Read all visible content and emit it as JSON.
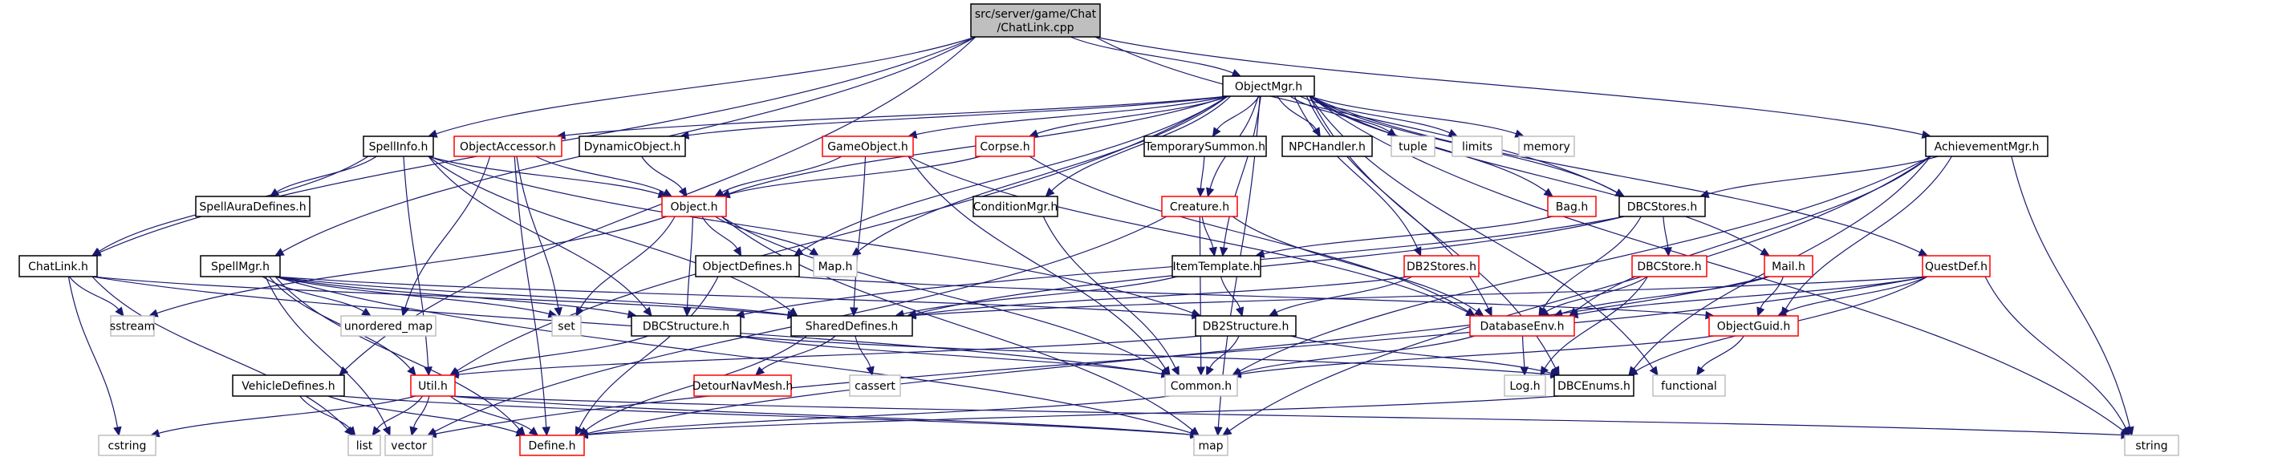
{
  "title": "src/server/game/Chat/ChatLink.cpp include dependency graph",
  "colors": {
    "edge": "#191970",
    "root_fill": "#bfbfbf",
    "normal_border": "#000000",
    "truncated_border": "#ff0000",
    "external_border": "#bfbfbf"
  },
  "nodes": [
    {
      "id": "root",
      "label": [
        "src/server/game/Chat",
        "/ChatLink.cpp"
      ],
      "kind": "root"
    },
    {
      "id": "ObjectMgr",
      "label": [
        "ObjectMgr.h"
      ],
      "kind": "normal"
    },
    {
      "id": "SpellInfo",
      "label": [
        "SpellInfo.h"
      ],
      "kind": "normal"
    },
    {
      "id": "ObjectAccessor",
      "label": [
        "ObjectAccessor.h"
      ],
      "kind": "truncated"
    },
    {
      "id": "DynamicObject",
      "label": [
        "DynamicObject.h"
      ],
      "kind": "normal"
    },
    {
      "id": "GameObject",
      "label": [
        "GameObject.h"
      ],
      "kind": "truncated"
    },
    {
      "id": "Corpse",
      "label": [
        "Corpse.h"
      ],
      "kind": "truncated"
    },
    {
      "id": "TemporarySummon",
      "label": [
        "TemporarySummon.h"
      ],
      "kind": "normal"
    },
    {
      "id": "NPCHandler",
      "label": [
        "NPCHandler.h"
      ],
      "kind": "normal"
    },
    {
      "id": "tuple",
      "label": [
        "tuple"
      ],
      "kind": "external"
    },
    {
      "id": "limits",
      "label": [
        "limits"
      ],
      "kind": "external"
    },
    {
      "id": "memory",
      "label": [
        "memory"
      ],
      "kind": "external"
    },
    {
      "id": "AchievementMgr",
      "label": [
        "AchievementMgr.h"
      ],
      "kind": "normal"
    },
    {
      "id": "SpellAuraDefines",
      "label": [
        "SpellAuraDefines.h"
      ],
      "kind": "normal"
    },
    {
      "id": "ChatLink",
      "label": [
        "ChatLink.h"
      ],
      "kind": "normal"
    },
    {
      "id": "SpellMgr",
      "label": [
        "SpellMgr.h"
      ],
      "kind": "normal"
    },
    {
      "id": "Object",
      "label": [
        "Object.h"
      ],
      "kind": "truncated"
    },
    {
      "id": "ConditionMgr",
      "label": [
        "ConditionMgr.h"
      ],
      "kind": "normal"
    },
    {
      "id": "Creature",
      "label": [
        "Creature.h"
      ],
      "kind": "truncated"
    },
    {
      "id": "Bag",
      "label": [
        "Bag.h"
      ],
      "kind": "truncated"
    },
    {
      "id": "DBCStores",
      "label": [
        "DBCStores.h"
      ],
      "kind": "normal"
    },
    {
      "id": "ObjectDefines",
      "label": [
        "ObjectDefines.h"
      ],
      "kind": "normal"
    },
    {
      "id": "MapH",
      "label": [
        "Map.h"
      ],
      "kind": "external"
    },
    {
      "id": "ItemTemplate",
      "label": [
        "ItemTemplate.h"
      ],
      "kind": "normal"
    },
    {
      "id": "DB2Stores",
      "label": [
        "DB2Stores.h"
      ],
      "kind": "truncated"
    },
    {
      "id": "DBCStore",
      "label": [
        "DBCStore.h"
      ],
      "kind": "truncated"
    },
    {
      "id": "Mail",
      "label": [
        "Mail.h"
      ],
      "kind": "truncated"
    },
    {
      "id": "QuestDef",
      "label": [
        "QuestDef.h"
      ],
      "kind": "truncated"
    },
    {
      "id": "sstream",
      "label": [
        "sstream"
      ],
      "kind": "external"
    },
    {
      "id": "unordered_map",
      "label": [
        "unordered_map"
      ],
      "kind": "external"
    },
    {
      "id": "set",
      "label": [
        "set"
      ],
      "kind": "external"
    },
    {
      "id": "DBCStructure",
      "label": [
        "DBCStructure.h"
      ],
      "kind": "normal"
    },
    {
      "id": "SharedDefines",
      "label": [
        "SharedDefines.h"
      ],
      "kind": "normal"
    },
    {
      "id": "DB2Structure",
      "label": [
        "DB2Structure.h"
      ],
      "kind": "normal"
    },
    {
      "id": "DatabaseEnv",
      "label": [
        "DatabaseEnv.h"
      ],
      "kind": "truncated"
    },
    {
      "id": "ObjectGuid",
      "label": [
        "ObjectGuid.h"
      ],
      "kind": "truncated"
    },
    {
      "id": "VehicleDefines",
      "label": [
        "VehicleDefines.h"
      ],
      "kind": "normal"
    },
    {
      "id": "Util",
      "label": [
        "Util.h"
      ],
      "kind": "truncated"
    },
    {
      "id": "DetourNavMesh",
      "label": [
        "DetourNavMesh.h"
      ],
      "kind": "truncated"
    },
    {
      "id": "cassert",
      "label": [
        "cassert"
      ],
      "kind": "external"
    },
    {
      "id": "Common",
      "label": [
        "Common.h"
      ],
      "kind": "external"
    },
    {
      "id": "Log",
      "label": [
        "Log.h"
      ],
      "kind": "external"
    },
    {
      "id": "DBCEnums",
      "label": [
        "DBCEnums.h"
      ],
      "kind": "normal"
    },
    {
      "id": "functional",
      "label": [
        "functional"
      ],
      "kind": "external"
    },
    {
      "id": "cstring",
      "label": [
        "cstring"
      ],
      "kind": "external"
    },
    {
      "id": "list",
      "label": [
        "list"
      ],
      "kind": "external"
    },
    {
      "id": "vector",
      "label": [
        "vector"
      ],
      "kind": "external"
    },
    {
      "id": "Define",
      "label": [
        "Define.h"
      ],
      "kind": "truncated"
    },
    {
      "id": "map",
      "label": [
        "map"
      ],
      "kind": "external"
    },
    {
      "id": "string",
      "label": [
        "string"
      ],
      "kind": "external"
    }
  ],
  "edges": [
    [
      "root",
      "ObjectMgr"
    ],
    [
      "root",
      "SpellInfo"
    ],
    [
      "root",
      "ChatLink"
    ],
    [
      "root",
      "SpellMgr"
    ],
    [
      "root",
      "VehicleDefines"
    ],
    [
      "root",
      "DBCStores"
    ],
    [
      "root",
      "AchievementMgr"
    ],
    [
      "ObjectMgr",
      "ObjectAccessor"
    ],
    [
      "ObjectMgr",
      "DynamicObject"
    ],
    [
      "ObjectMgr",
      "GameObject"
    ],
    [
      "ObjectMgr",
      "Corpse"
    ],
    [
      "ObjectMgr",
      "TemporarySummon"
    ],
    [
      "ObjectMgr",
      "NPCHandler"
    ],
    [
      "ObjectMgr",
      "tuple"
    ],
    [
      "ObjectMgr",
      "limits"
    ],
    [
      "ObjectMgr",
      "memory"
    ],
    [
      "ObjectMgr",
      "Object"
    ],
    [
      "ObjectMgr",
      "ConditionMgr"
    ],
    [
      "ObjectMgr",
      "Creature"
    ],
    [
      "ObjectMgr",
      "Bag"
    ],
    [
      "ObjectMgr",
      "ObjectDefines"
    ],
    [
      "ObjectMgr",
      "MapH"
    ],
    [
      "ObjectMgr",
      "ItemTemplate"
    ],
    [
      "ObjectMgr",
      "DB2Stores"
    ],
    [
      "ObjectMgr",
      "Mail"
    ],
    [
      "ObjectMgr",
      "QuestDef"
    ],
    [
      "ObjectMgr",
      "DatabaseEnv"
    ],
    [
      "ObjectMgr",
      "DBCEnums"
    ],
    [
      "ObjectMgr",
      "functional"
    ],
    [
      "ObjectMgr",
      "map"
    ],
    [
      "ObjectMgr",
      "string"
    ],
    [
      "ObjectMgr",
      "DBCStores"
    ],
    [
      "ObjectMgr",
      "Util"
    ],
    [
      "SpellInfo",
      "SpellAuraDefines"
    ],
    [
      "SpellInfo",
      "Object"
    ],
    [
      "SpellInfo",
      "DBCStructure"
    ],
    [
      "SpellInfo",
      "SharedDefines"
    ],
    [
      "SpellInfo",
      "Util"
    ],
    [
      "SpellInfo",
      "DB2Structure"
    ],
    [
      "SpellInfo",
      "ChatLink"
    ],
    [
      "ObjectAccessor",
      "Object"
    ],
    [
      "ObjectAccessor",
      "unordered_map"
    ],
    [
      "ObjectAccessor",
      "set"
    ],
    [
      "ObjectAccessor",
      "Define"
    ],
    [
      "DynamicObject",
      "Object"
    ],
    [
      "GameObject",
      "Object"
    ],
    [
      "GameObject",
      "SharedDefines"
    ],
    [
      "GameObject",
      "Common"
    ],
    [
      "GameObject",
      "DatabaseEnv"
    ],
    [
      "Corpse",
      "Object"
    ],
    [
      "Corpse",
      "DatabaseEnv"
    ],
    [
      "TemporarySummon",
      "Creature"
    ],
    [
      "ChatLink",
      "sstream"
    ],
    [
      "ChatLink",
      "SharedDefines"
    ],
    [
      "ChatLink",
      "cstring"
    ],
    [
      "ChatLink",
      "list"
    ],
    [
      "ChatLink",
      "Common"
    ],
    [
      "SpellMgr",
      "Util"
    ],
    [
      "SpellMgr",
      "set"
    ],
    [
      "SpellMgr",
      "unordered_map"
    ],
    [
      "SpellMgr",
      "SharedDefines"
    ],
    [
      "SpellMgr",
      "DBCStructure"
    ],
    [
      "SpellMgr",
      "Define"
    ],
    [
      "SpellMgr",
      "vector"
    ],
    [
      "SpellMgr",
      "map"
    ],
    [
      "SpellMgr",
      "DB2Structure"
    ],
    [
      "Object",
      "ObjectDefines"
    ],
    [
      "Object",
      "MapH"
    ],
    [
      "Object",
      "set"
    ],
    [
      "Object",
      "sstream"
    ],
    [
      "Object",
      "Common"
    ],
    [
      "Object",
      "DBCStructure"
    ],
    [
      "Object",
      "map"
    ],
    [
      "ObjectDefines",
      "Define"
    ],
    [
      "ObjectDefines",
      "ObjectGuid"
    ],
    [
      "ConditionMgr",
      "Common"
    ],
    [
      "Creature",
      "ItemTemplate"
    ],
    [
      "Creature",
      "Common"
    ],
    [
      "Creature",
      "DatabaseEnv"
    ],
    [
      "Creature",
      "vector"
    ],
    [
      "Bag",
      "ItemTemplate"
    ],
    [
      "DBCStores",
      "DBCStore"
    ],
    [
      "DBCStores",
      "DBCStructure"
    ],
    [
      "DBCStores",
      "SharedDefines"
    ],
    [
      "DBCStores",
      "DatabaseEnv"
    ],
    [
      "ItemTemplate",
      "DB2Structure"
    ],
    [
      "ItemTemplate",
      "SharedDefines"
    ],
    [
      "DB2Stores",
      "DB2Structure"
    ],
    [
      "DB2Stores",
      "SharedDefines"
    ],
    [
      "DBCStore",
      "DatabaseEnv"
    ],
    [
      "DBCStore",
      "Log"
    ],
    [
      "Mail",
      "ObjectGuid"
    ],
    [
      "Mail",
      "DatabaseEnv"
    ],
    [
      "Mail",
      "Define"
    ],
    [
      "QuestDef",
      "ObjectGuid"
    ],
    [
      "QuestDef",
      "DBCEnums"
    ],
    [
      "QuestDef",
      "SharedDefines"
    ],
    [
      "QuestDef",
      "DatabaseEnv"
    ],
    [
      "QuestDef",
      "string"
    ],
    [
      "QuestDef",
      "vector"
    ],
    [
      "AchievementMgr",
      "DBCStores"
    ],
    [
      "AchievementMgr",
      "DatabaseEnv"
    ],
    [
      "AchievementMgr",
      "ObjectGuid"
    ],
    [
      "AchievementMgr",
      "DBCEnums"
    ],
    [
      "AchievementMgr",
      "string"
    ],
    [
      "AchievementMgr",
      "map"
    ],
    [
      "AchievementMgr",
      "Common"
    ],
    [
      "DBCStructure",
      "Util"
    ],
    [
      "DBCStructure",
      "Common"
    ],
    [
      "DBCStructure",
      "DBCEnums"
    ],
    [
      "SharedDefines",
      "DetourNavMesh"
    ],
    [
      "SharedDefines",
      "cassert"
    ],
    [
      "SharedDefines",
      "Define"
    ],
    [
      "DB2Structure",
      "Common"
    ],
    [
      "DB2Structure",
      "Util"
    ],
    [
      "DB2Structure",
      "DBCEnums"
    ],
    [
      "DatabaseEnv",
      "Log"
    ],
    [
      "DatabaseEnv",
      "Common"
    ],
    [
      "ObjectGuid",
      "functional"
    ],
    [
      "ObjectGuid",
      "Common"
    ],
    [
      "VehicleDefines",
      "list"
    ],
    [
      "VehicleDefines",
      "Define"
    ],
    [
      "VehicleDefines",
      "map"
    ],
    [
      "Util",
      "list"
    ],
    [
      "Util",
      "vector"
    ],
    [
      "Util",
      "Define"
    ],
    [
      "Util",
      "cstring"
    ],
    [
      "Util",
      "map"
    ],
    [
      "Util",
      "string"
    ],
    [
      "DBCEnums",
      "Define"
    ],
    [
      "Common",
      "Define"
    ]
  ]
}
